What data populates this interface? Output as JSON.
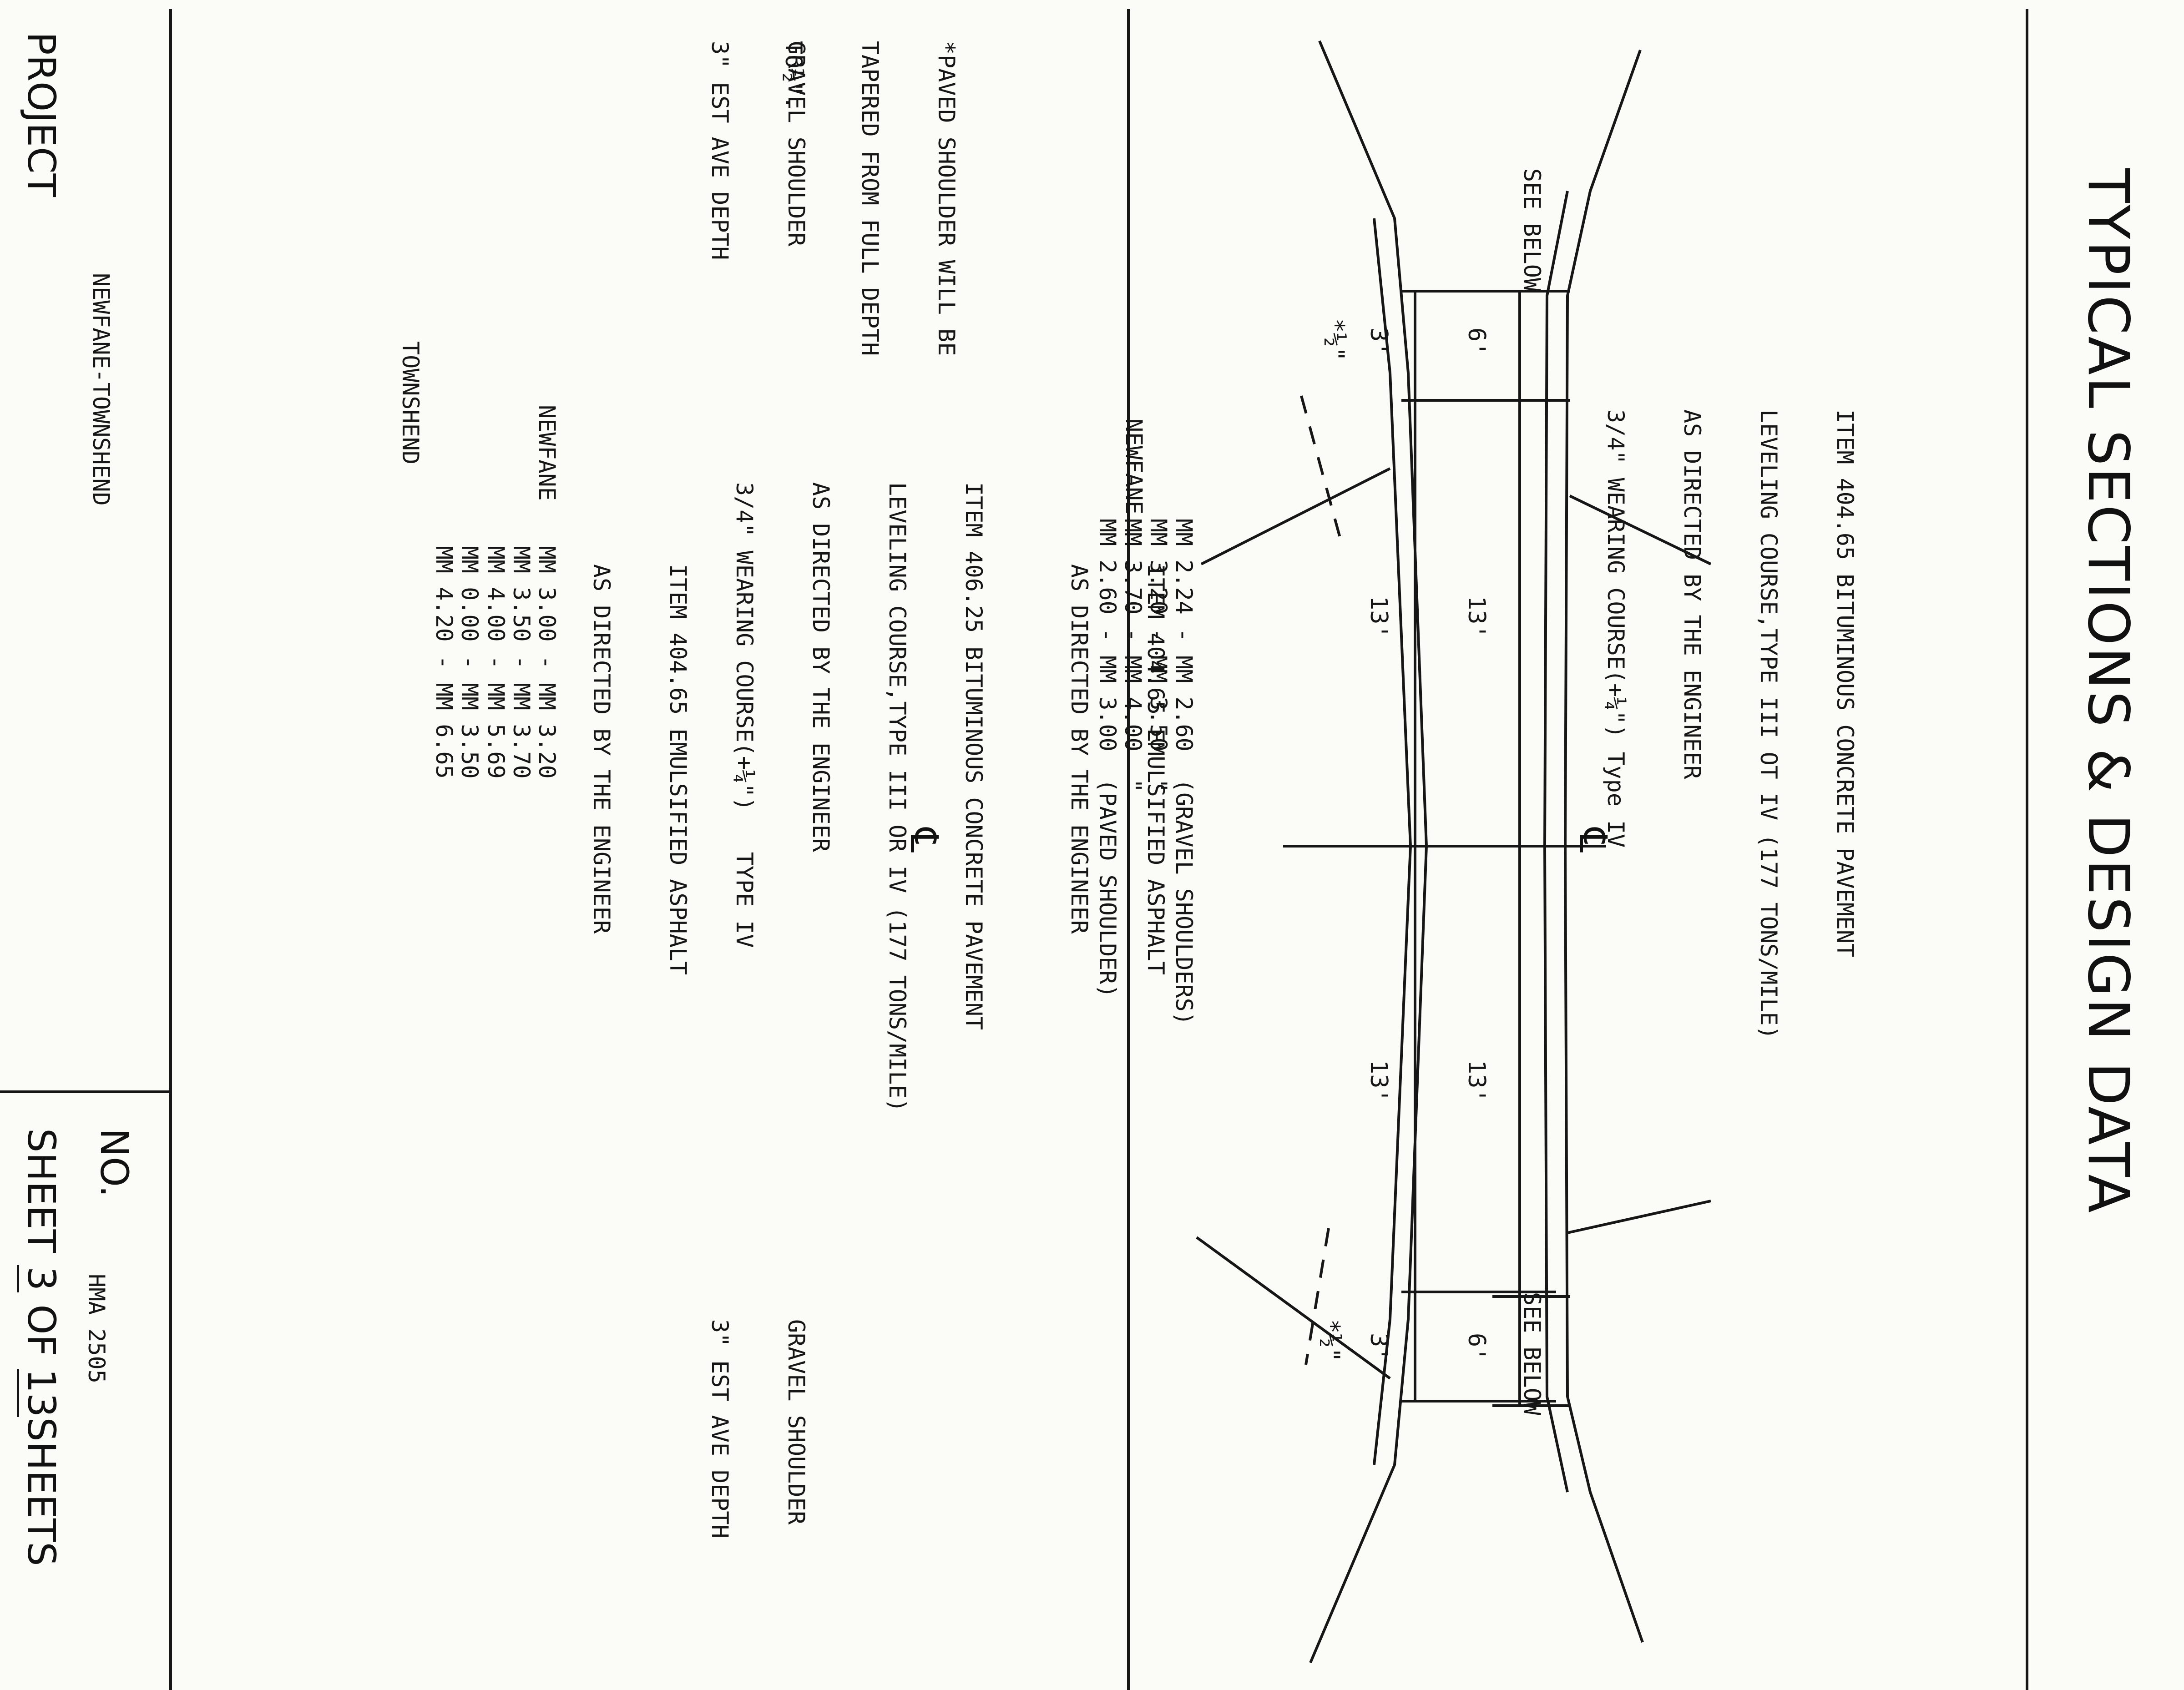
{
  "title": "TYPICAL SECTIONS & DESIGN DATA",
  "upper_section": {
    "item_note": [
      "ITEM 404.65 BITUMINOUS CONCRETE PAVEMENT",
      "LEVELING COURSE,TYPE III OT IV (177 TONS/MILE)",
      "AS DIRECTED BY THE ENGINEER",
      "3/4\" WEARING COURSE(+¼\") Type IV"
    ],
    "see_below_left": "SEE BELOW",
    "see_below_right": "SEE BELOW",
    "dim_shoulder": "6'",
    "dim_lane": "13'",
    "taper_mark": "*½\"",
    "centerline_symbol": "℄",
    "emulsified_note": [
      "ITEM 404.65 EMULSIFIED ASPHALT",
      "AS DIRECTED BY THE ENGINEER"
    ],
    "taper_note": [
      "*PAVED SHOULDER WILL BE",
      "TAPERED FROM FULL DEPTH",
      "TO½\"."
    ],
    "newfane_label": "NEWFANE",
    "mm_rows": [
      {
        "range": "MM 2.24 - MM 2.60",
        "desc": "(GRAVEL SHOULDERS)"
      },
      {
        "range": "MM 3.20 - MM 3.50",
        "desc": "\""
      },
      {
        "range": "MM 3.70 - MM 4.00",
        "desc": "\""
      },
      {
        "range": "MM 2.60 - MM 3.00",
        "desc": "(PAVED SHOULDER)"
      }
    ]
  },
  "lower_section": {
    "item_note": [
      "ITEM 406.25 BITUMINOUS CONCRETE PAVEMENT",
      "LEVELING COURSE,TYPE III OR IV (177 TONS/MILE)",
      "AS DIRECTED BY THE ENGINEER",
      "3/4\" WEARING COURSE(+¼\")   TYPE IV"
    ],
    "centerline_symbol": "℄",
    "shoulder_note": [
      "GRAVEL SHOULDER",
      "3\" EST AVE DEPTH"
    ],
    "dim_shoulder": "3'",
    "dim_lane": "13'",
    "emulsified_note": [
      "ITEM 404.65 EMULSIFIED ASPHALT",
      "AS DIRECTED BY THE ENGINEER"
    ],
    "newfane_label": "NEWFANE",
    "townshend_label": "TOWNSHEND",
    "newfane_rows": [
      "MM 3.00 - MM 3.20",
      "MM 3.50 - MM 3.70",
      "MM 4.00 - MM 5.69"
    ],
    "townshend_rows": [
      "MM 0.00 - MM 3.50",
      "MM 4.20 - MM 6.65"
    ]
  },
  "title_block": {
    "project_label": "PROJECT",
    "project_name": "NEWFANE-TOWNSHEND",
    "no_label": "NO.",
    "no_value": "HMA 2505",
    "sheet_label": "SHEET",
    "sheet_num": "3",
    "of_label": "OF",
    "sheet_total": "13",
    "sheets_label": "SHEETS"
  },
  "colors": {
    "ink": "#161616",
    "paper": "#fbfbf8"
  }
}
